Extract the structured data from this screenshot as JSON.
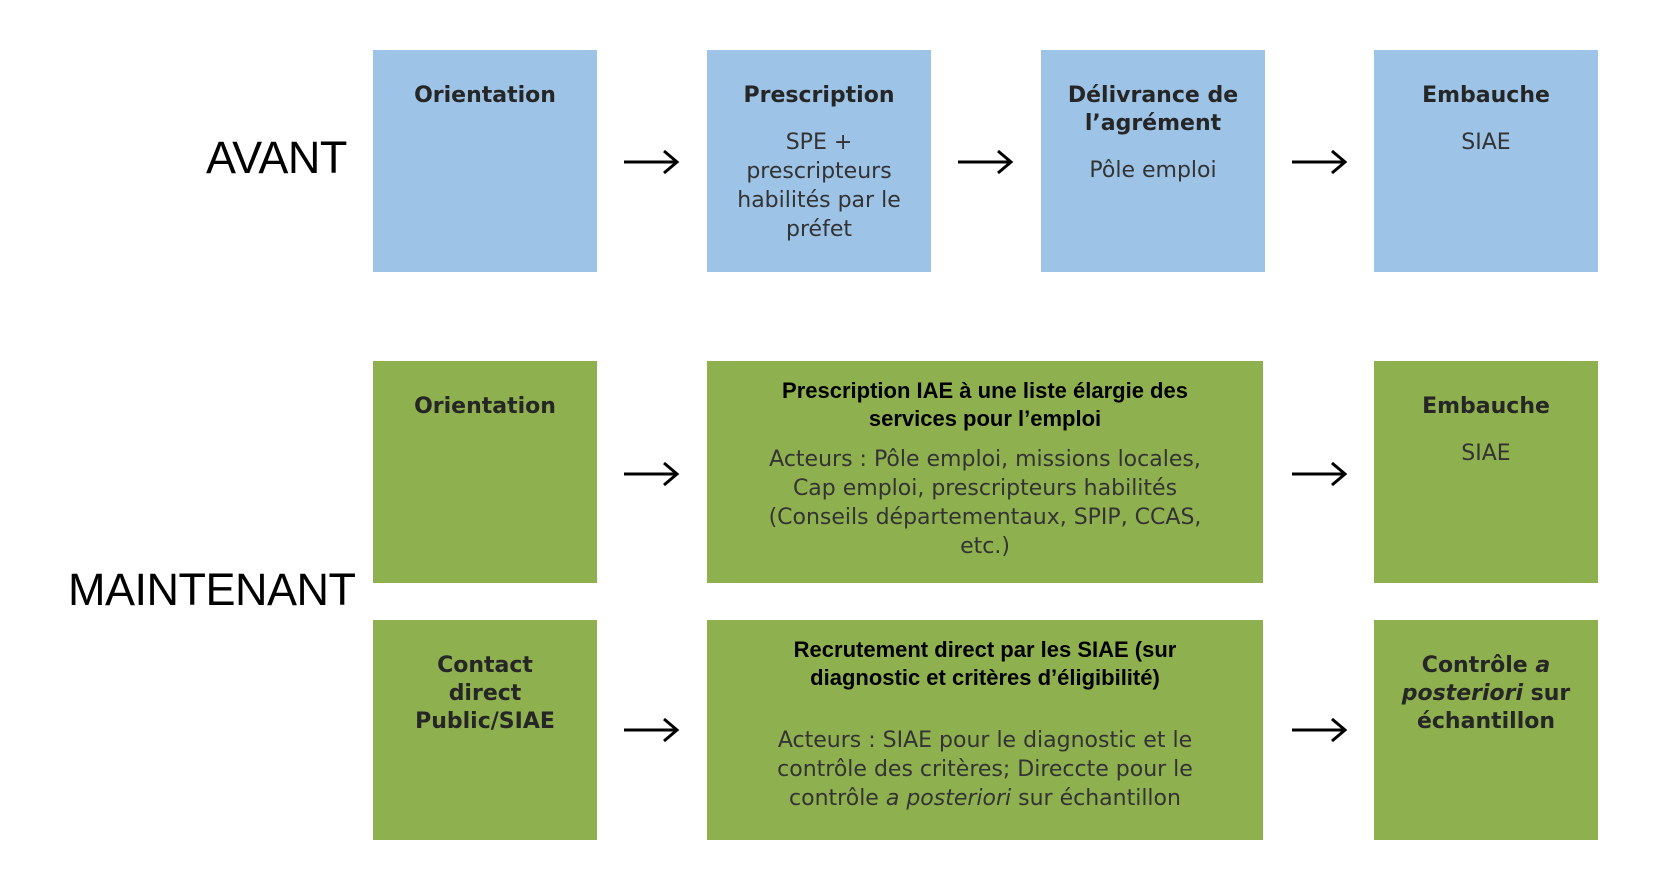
{
  "rows": {
    "avant": {
      "label": "AVANT",
      "steps": [
        {
          "title": "Orientation",
          "body": ""
        },
        {
          "title": "Prescription",
          "body": "SPE + prescripteurs habilités par le préfet"
        },
        {
          "title": "Délivrance de l’agrément",
          "body": "Pôle emploi"
        },
        {
          "title": "Embauche",
          "body": "SIAE"
        }
      ]
    },
    "maintenant": {
      "label": "MAINTENANT",
      "track1": [
        {
          "title": "Orientation",
          "body": ""
        },
        {
          "title": "Prescription IAE à une liste élargie des services pour l’emploi",
          "body": "Acteurs : Pôle emploi, missions locales, Cap emploi, prescripteurs habilités (Conseils départementaux, SPIP, CCAS, etc.)"
        },
        {
          "title": "Embauche",
          "body": "SIAE"
        }
      ],
      "track2": [
        {
          "title": "Contact direct Public/SIAE",
          "body": ""
        },
        {
          "title": "Recrutement direct par les SIAE (sur diagnostic et critères d’éligibilité)",
          "body_part1": "Acteurs : SIAE pour le diagnostic et le contrôle des critères; Direccte pour le contrôle ",
          "body_italic": "a posteriori",
          "body_part2": " sur échantillon"
        },
        {
          "title_part1": "Contrôle ",
          "title_italic": "a posteriori",
          "title_part2": " sur échantillon"
        }
      ]
    }
  },
  "colors": {
    "avant_box": "#9dc3e6",
    "maintenant_box": "#8fb04f",
    "arrow": "#000000"
  }
}
